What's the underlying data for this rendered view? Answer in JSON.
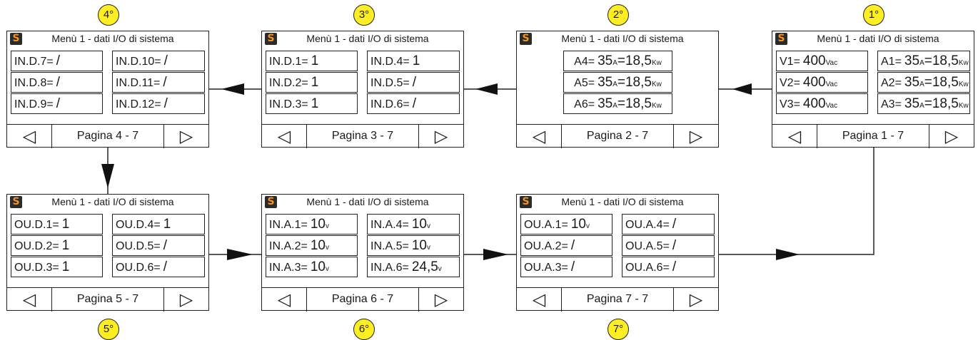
{
  "header_title": "Menù 1 - dati I/O di sistema",
  "logo_letter": "S",
  "nav": {
    "prev": "◁",
    "next": "▷"
  },
  "colors": {
    "badge": "#fcee21",
    "logo_bg": "#2b2b2b",
    "logo_fg": "#f39321"
  },
  "badges": [
    "1°",
    "2°",
    "3°",
    "4°",
    "5°",
    "6°",
    "7°"
  ],
  "pages": [
    {
      "page": "Pagina 1 - 7",
      "rows": [
        [
          {
            "l": "V1=",
            "v": "400",
            "u": "Vac"
          },
          {
            "l": "A1=",
            "v": "35",
            "u": "A",
            "v2": "=18,5",
            "u2": "Kw"
          }
        ],
        [
          {
            "l": "V2=",
            "v": "400",
            "u": "Vac"
          },
          {
            "l": "A2=",
            "v": "35",
            "u": "A",
            "v2": "=18,5",
            "u2": "Kw"
          }
        ],
        [
          {
            "l": "V3=",
            "v": "400",
            "u": "Vac"
          },
          {
            "l": "A3=",
            "v": "35",
            "u": "A",
            "v2": "=18,5",
            "u2": "Kw"
          }
        ]
      ]
    },
    {
      "page": "Pagina 2 - 7",
      "rows": [
        [
          {
            "l": "A4=",
            "v": "35",
            "u": "A",
            "v2": "=18,5",
            "u2": "Kw"
          }
        ],
        [
          {
            "l": "A5=",
            "v": "35",
            "u": "A",
            "v2": "=18,5",
            "u2": "Kw"
          }
        ],
        [
          {
            "l": "A6=",
            "v": "35",
            "u": "A",
            "v2": "=18,5",
            "u2": "Kw"
          }
        ]
      ]
    },
    {
      "page": "Pagina 3 - 7",
      "rows": [
        [
          {
            "l": "IN.D.1=",
            "v": "1"
          },
          {
            "l": "IN.D.4=",
            "v": "1"
          }
        ],
        [
          {
            "l": "IN.D.2=",
            "v": "1"
          },
          {
            "l": "IN.D.5=",
            "v": "/"
          }
        ],
        [
          {
            "l": "IN.D.3=",
            "v": "1"
          },
          {
            "l": "IN.D.6=",
            "v": "/"
          }
        ]
      ]
    },
    {
      "page": "Pagina 4 - 7",
      "rows": [
        [
          {
            "l": "IN.D.7=",
            "v": "/"
          },
          {
            "l": "IN.D.10=",
            "v": "/"
          }
        ],
        [
          {
            "l": "IN.D.8=",
            "v": "/"
          },
          {
            "l": "IN.D.11=",
            "v": "/"
          }
        ],
        [
          {
            "l": "IN.D.9=",
            "v": "/"
          },
          {
            "l": "IN.D.12=",
            "v": "/"
          }
        ]
      ]
    },
    {
      "page": "Pagina 5 - 7",
      "rows": [
        [
          {
            "l": "OU.D.1=",
            "v": "1"
          },
          {
            "l": "OU.D.4=",
            "v": "1"
          }
        ],
        [
          {
            "l": "OU.D.2=",
            "v": "1"
          },
          {
            "l": "OU.D.5=",
            "v": "/"
          }
        ],
        [
          {
            "l": "OU.D.3=",
            "v": "1"
          },
          {
            "l": "OU.D.6=",
            "v": "/"
          }
        ]
      ]
    },
    {
      "page": "Pagina 6 - 7",
      "rows": [
        [
          {
            "l": "IN.A.1=",
            "v": "10",
            "u": "v"
          },
          {
            "l": "IN.A.4=",
            "v": "10",
            "u": "v"
          }
        ],
        [
          {
            "l": "IN.A.2=",
            "v": "10",
            "u": "v"
          },
          {
            "l": "IN.A.5=",
            "v": "10",
            "u": "v"
          }
        ],
        [
          {
            "l": "IN.A.3=",
            "v": "10",
            "u": "v"
          },
          {
            "l": "IN.A.6=",
            "v": "24,5",
            "u": "v"
          }
        ]
      ]
    },
    {
      "page": "Pagina 7 - 7",
      "rows": [
        [
          {
            "l": "OU.A.1=",
            "v": "10",
            "u": "v"
          },
          {
            "l": "OU.A.4=",
            "v": "/"
          }
        ],
        [
          {
            "l": "OU.A.2=",
            "v": "/"
          },
          {
            "l": "OU.A.5=",
            "v": "/"
          }
        ],
        [
          {
            "l": "OU.A.3=",
            "v": "/"
          },
          {
            "l": "OU.A.6=",
            "v": "/"
          }
        ]
      ]
    }
  ]
}
